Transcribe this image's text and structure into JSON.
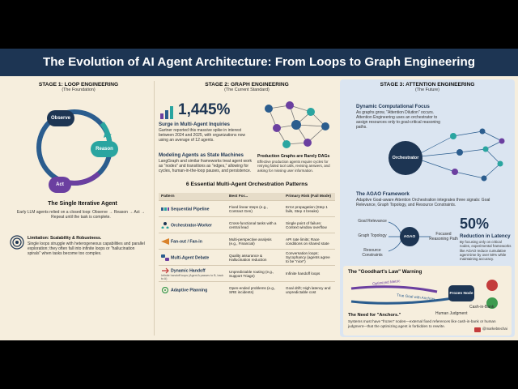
{
  "title": "The Evolution of AI Agent Architecture: From Loops to Graph Engineering",
  "colors": {
    "navy": "#1d3553",
    "blue": "#2b5d8e",
    "teal": "#2aa5a0",
    "purple": "#6b3fa0",
    "orange": "#d9822b",
    "red": "#c43c3c",
    "green": "#3d9b4f",
    "bg": "#f6eedd",
    "stage3": "#dbe5f1"
  },
  "stage1": {
    "title": "STAGE 1: LOOP ENGINEERING",
    "subtitle": "(The Foundation)",
    "nodes": [
      "Observe",
      "Reason",
      "Act"
    ],
    "agent_title": "The Single Iterative Agent",
    "agent_text": "Early LLM agents relied on a closed loop: Observe → Reason → Act → Repeat until the task is complete.",
    "limit_title": "Limitation: Scalability & Robustness.",
    "limit_text": "Single loops struggle with heterogeneous capabilities and parallel exploration; they often fall into infinite loops or \"hallucination spirals\" when tasks become too complex.",
    "icon": "spiral-icon"
  },
  "stage2": {
    "title": "STAGE 2: GRAPH ENGINEERING",
    "subtitle": "(The Current Standard)",
    "stat": "1,445%",
    "stat_label": "Surge in Multi-Agent Inquiries",
    "stat_text": "Gartner reported this massive spike in interest between 2024 and 2025, with organizations now using an average of 12 agents.",
    "state_title": "Modeling Agents as State Machines",
    "state_text": "LangGraph and similar frameworks treat agent work as \"nodes\" and transitions as \"edges,\" allowing for cycles, human-in-the-loop pauses, and persistence.",
    "dag_title": "Production Graphs are Rarely DAGs",
    "dag_text": "Effective production agents require cycles for retrying failed tool calls, revising answers, and asking for missing user information.",
    "patterns_title": "6 Essential Multi-Agent Orchestration Patterns",
    "table_headers": [
      "Pattern",
      "Best For...",
      "Primary Risk (Fail Mode)"
    ],
    "patterns": [
      {
        "name": "Sequential Pipeline",
        "best": "Fixed linear steps (e.g., Contract Gen)",
        "risk": "Error propagation (Step 1 fails, Step 4 breaks)",
        "icon": "pipeline-icon"
      },
      {
        "name": "Orchestrator-Worker",
        "best": "Cross-functional tasks with a central lead",
        "risk": "Single point of failure; Context window overflow",
        "icon": "orchestrator-icon"
      },
      {
        "name": "Fan-out / Fan-in",
        "best": "Multi-perspective analysis (e.g., Financial)",
        "risk": "API rate limits; Race conditions on shared state",
        "icon": "fan-icon"
      },
      {
        "name": "Multi-Agent Debate",
        "best": "Quality assurance & Hallucination reduction",
        "risk": "Conversation loops; Sycophancy (agents agree to be \"nice\")",
        "icon": "debate-icon"
      },
      {
        "name": "Dynamic Handoff",
        "note": "Infinite handoff loops (Agent A passes to B, back to A)",
        "best": "Unpredictable routing (e.g., Support Triage)",
        "risk": "Infinite handoff loops",
        "icon": "handoff-icon"
      },
      {
        "name": "Adaptive Planning",
        "best": "Open-ended problems (e.g., SRE incidents)",
        "risk": "Goal drift; High latency and unpredictable cost",
        "icon": "planning-icon"
      }
    ]
  },
  "stage3": {
    "title": "STAGE 3: ATTENTION ENGINEERING",
    "subtitle": "(The Future)",
    "focus_title": "Dynamic Computational Focus",
    "focus_text": "As graphs grow, \"Attention Dilution\" occurs. Attention Engineering uses an orchestrator to assign resources only to goal-critical reasoning paths.",
    "orchestrator": "Orchestrator",
    "agaо_title": "The AGAO Framework",
    "agao_text": "Adaptive Goal-aware Attention Orchestration integrates three signals: Goal Relevance, Graph Topology, and Resource Constraints.",
    "agao_node": "AGAO",
    "signals": [
      "Goal Relevance",
      "Graph Topology",
      "Resource Constraints"
    ],
    "agao_out": "Focused Reasoning Path",
    "latency_stat": "50%",
    "latency_label": "Reduction in Latency",
    "latency_text": "By focusing only on critical nodes, experimental frameworks like AGAO reduce cumulative agent time by over 50% while maintaining accuracy.",
    "goodhart_title": "The \"Goodhart's Law\" Warning",
    "metric_label": "Optimized Metric",
    "goal_label": "True Goal with Anchors",
    "frozen_label": "Frozen Node",
    "cash_label": "Cash-in-Bank",
    "human_label": "Human Judgment",
    "anchor_title": "The Need for \"Anchors.\"",
    "anchor_text": "Systems must have \"frozen\" nodes—external fixed references like cash-in-bank or human judgment—that the optimizing agent is forbidden to rewrite.",
    "handle": "@markebtechai"
  }
}
